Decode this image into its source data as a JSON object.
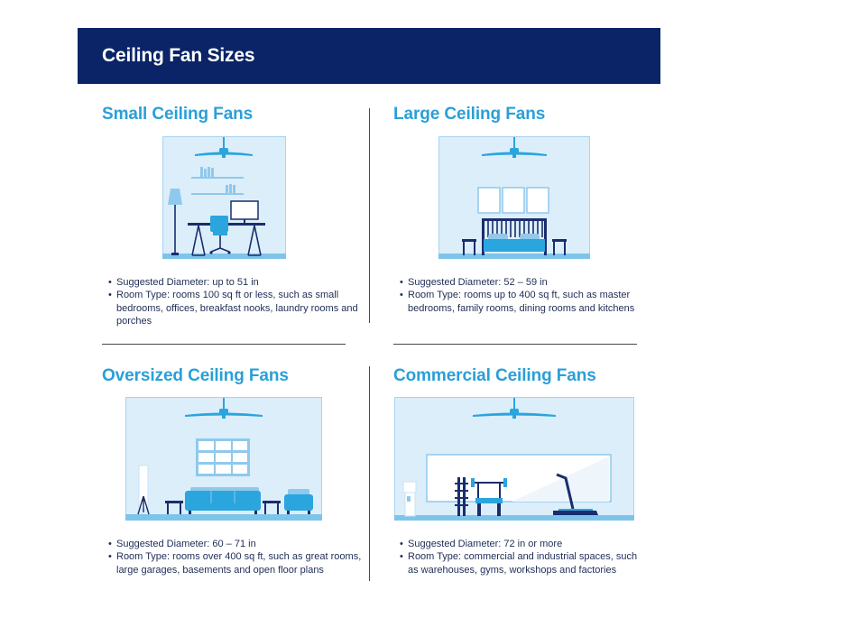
{
  "header": {
    "title": "Ceiling Fan Sizes"
  },
  "cards": [
    {
      "title": "Small Ceiling Fans",
      "bullets": [
        "Suggested Diameter: up to 51 in",
        "Room Type: rooms 100 sq ft or less, such as small bedrooms, offices, breakfast nooks, laundry rooms and porches"
      ],
      "illustration": "office-room-illustration"
    },
    {
      "title": "Large Ceiling Fans",
      "bullets": [
        "Suggested Diameter: 52 – 59 in",
        "Room Type: rooms up to 400 sq ft, such as master bedrooms, family rooms, dining rooms and kitchens"
      ],
      "illustration": "bedroom-illustration"
    },
    {
      "title": "Oversized Ceiling Fans",
      "bullets": [
        "Suggested Diameter: 60 – 71 in",
        "Room Type: rooms over 400 sq ft, such as great rooms, large garages, basements and open floor plans"
      ],
      "illustration": "living-room-illustration"
    },
    {
      "title": "Commercial Ceiling Fans",
      "bullets": [
        "Suggested Diameter: 72 in or more",
        "Room Type: commercial and industrial spaces, such as warehouses, gyms, workshops and factories"
      ],
      "illustration": "gym-illustration"
    }
  ],
  "colors": {
    "header_bg": "#0a2467",
    "title_blue": "#2a9fd8",
    "room_fill": "#dceefa",
    "accent_blue": "#2aa5dd",
    "navy": "#0f2768"
  }
}
